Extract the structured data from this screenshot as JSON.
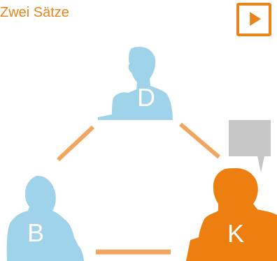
{
  "title": "Zwei Sätze",
  "play_button": {
    "icon": "play-icon"
  },
  "colors": {
    "accent": "#e8841a",
    "listener": "#9fd3ea",
    "speaker": "#ec7f0f",
    "connector": "#f2a55e",
    "speech_bubble": "#c6c6c6"
  },
  "persons": [
    {
      "id": "D",
      "label": "D",
      "role": "listener"
    },
    {
      "id": "B",
      "label": "B",
      "role": "listener"
    },
    {
      "id": "K",
      "label": "K",
      "role": "speaker"
    }
  ],
  "speech_bubble": {
    "icon": "speech-bubble-icon"
  }
}
